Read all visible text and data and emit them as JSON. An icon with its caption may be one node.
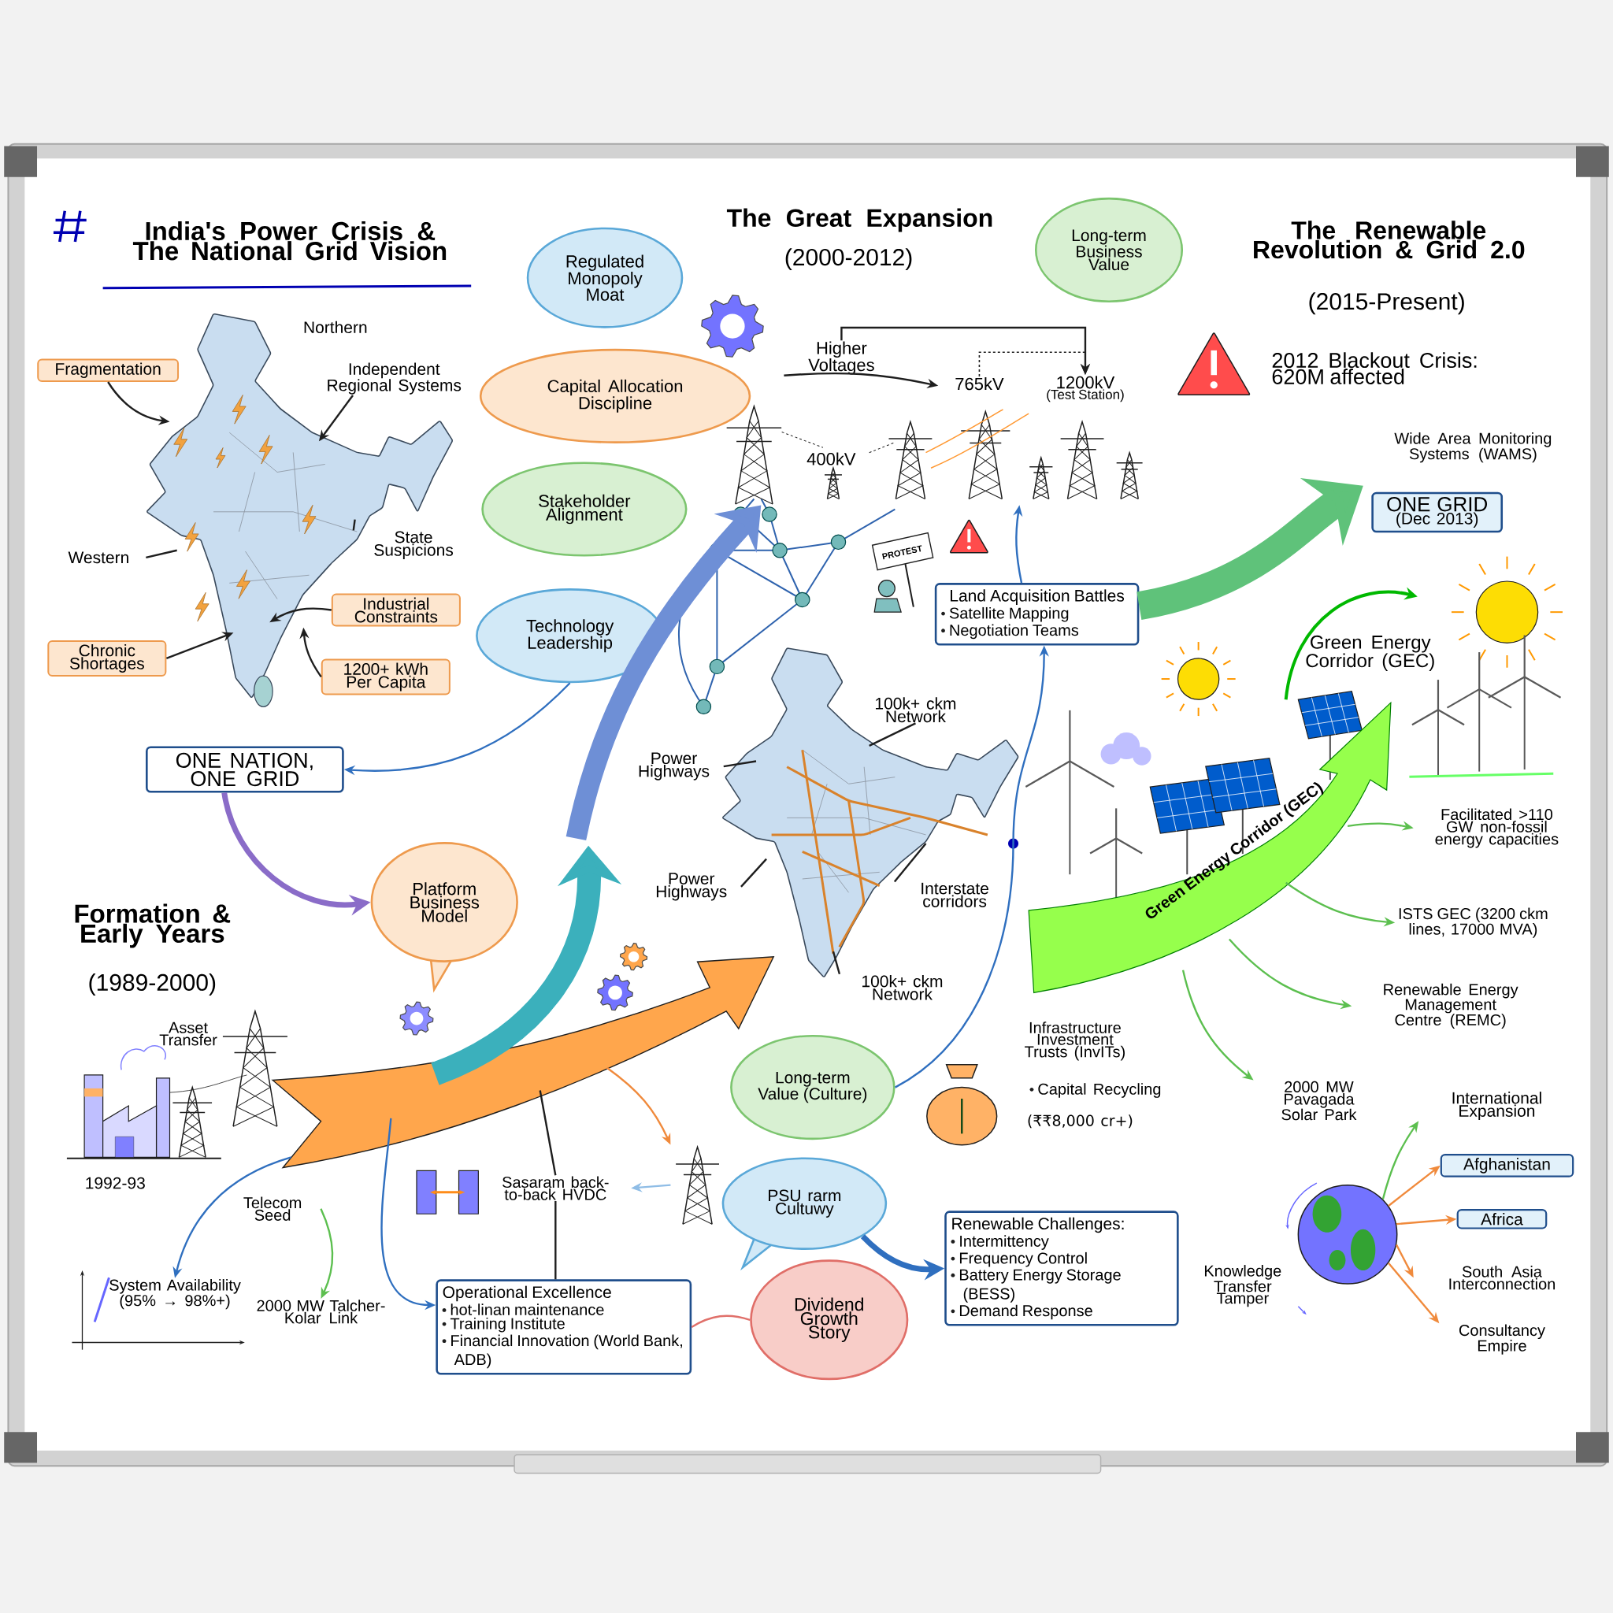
{
  "diagram": {
    "title": "India's Power Crisis & The National Grid Vision",
    "nodes": [
      {
        "text": [
          "Fragmentation"
        ]
      },
      {
        "text": [],
        "shape": "picture"
      },
      {
        "text": [
          "Independent Regional Systems"
        ]
      },
      {
        "text": [
          "Western"
        ]
      },
      {
        "text": [
          "State Suspicions"
        ]
      },
      {
        "text": [
          "Industrial Constraints"
        ]
      },
      {
        "text": [
          "Chronic Shortages"
        ]
      },
      {
        "text": [
          "1200+ kWh Per Capita"
        ]
      },
      {
        "text": [
          "Regulated Monopoly Moat"
        ]
      },
      {
        "text": [
          "Capital Allocation Discipline"
        ]
      },
      {
        "text": [
          "Stakeholder Alignment"
        ]
      },
      {
        "text": [
          "Technology Leadership"
        ]
      },
      {
        "text": [
          "ONE NATION, ONE GRID"
        ]
      },
      {
        "text": [
          "Platform Business Model"
        ]
      },
      {
        "text": [
          "Long-term Business Value"
        ]
      },
      {
        "text": [
          "Higher Voltages"
        ]
      },
      {
        "text": [
          "765kV"
        ]
      },
      {
        "text": [
          "1200kV",
          "(Test Station)"
        ]
      },
      {
        "text": [],
        "shape": "picture"
      },
      {
        "text": [
          "100k+ ckm Network"
        ]
      },
      {
        "text": [
          "Power Highways"
        ]
      },
      {
        "text": [
          "Power Highways"
        ]
      },
      {
        "text": [
          "Interstate corridors"
        ]
      },
      {
        "text": [
          "100k+ ckm Network"
        ]
      },
      {
        "text": [
          "Land Acquisition Battles",
          "Satellite Mapping",
          "Negotiation Teams"
        ]
      },
      {
        "text": [
          "Long-term Value (Culture)"
        ]
      },
      {
        "text": [
          "ONE GRID",
          "(Dec 2013)"
        ]
      },
      {
        "text": [
          "Green Energy Corridor (GEC)"
        ]
      },
      {
        "text": [
          "Facilitated >110 GW non-fossil energy capacities"
        ]
      },
      {
        "text": [
          "ISTS GEC (3200 ckm lines, 17000 MVA)"
        ]
      },
      {
        "text": [
          "Renewable Energy Management Centre (REMC)"
        ]
      },
      {
        "text": [
          "2000 MW Pavagada Solar Park"
        ]
      },
      {
        "text": [
          "Telecom Seed"
        ]
      },
      {
        "text": [
          "2000 MW Talcher-Kolar Link"
        ]
      },
      {
        "text": [
          "System Availability (95% → 98%+)"
        ]
      },
      {
        "text": [
          "Sasaram back-to-back HVDC"
        ]
      },
      {
        "text": [
          "Operational Excellence",
          "hot-linan maintenance",
          "Training Institute",
          "Financial Innovation (World Bank, ADB)"
        ]
      },
      {
        "text": [],
        "shape": "picture"
      },
      {
        "text": [
          "PSU rarm Cultuwy"
        ]
      },
      {
        "text": [
          "Dividend Growth Story"
        ]
      },
      {
        "text": [
          "Renewable Challenges:",
          "Intermittency",
          "Frequency Control",
          "Battery Energy Storage (BESS)",
          "Demand Response"
        ]
      },
      {
        "text": [],
        "shape": "picture",
        "beside": [
          "Knowledge Transfer Tamper"
        ]
      },
      {
        "text": [
          "International Expansion"
        ]
      },
      {
        "text": [
          "Afghanistan"
        ]
      },
      {
        "text": [
          "Africa"
        ]
      },
      {
        "text": [
          "South Asia Interconnection"
        ]
      },
      {
        "text": [
          "Consultancy Empire"
        ]
      },
      {
        "text": [],
        "shape": "picture"
      },
      {
        "text": [],
        "shape": "arrow"
      }
    ],
    "edges": [
      {
        "from": 0,
        "to": 1,
        "arrow": "to"
      },
      {
        "from": 2,
        "to": 1,
        "arrow": "to"
      },
      {
        "from": 3,
        "to": 1,
        "arrow": "none"
      },
      {
        "from": 4,
        "to": 1,
        "arrow": "none"
      },
      {
        "from": 5,
        "to": 1,
        "arrow": "to"
      },
      {
        "from": 6,
        "to": 1,
        "arrow": "to"
      },
      {
        "from": 7,
        "to": 1,
        "arrow": "to"
      },
      {
        "from": 11,
        "to": 12,
        "arrow": "to",
        "color": "#2f6fbf"
      },
      {
        "from": 12,
        "to": 13,
        "arrow": "to",
        "style": "thick",
        "color": "#8a6cc8"
      },
      {
        "from": 15,
        "to": 17,
        "arrow": "to"
      },
      {
        "from": 16,
        "to": 17,
        "arrow": "to",
        "style": "dashed"
      },
      {
        "from": 15,
        "to": 16,
        "arrow": "to"
      },
      {
        "from": 19,
        "to": 18,
        "arrow": "none"
      },
      {
        "from": 20,
        "to": 18,
        "arrow": "none"
      },
      {
        "from": 21,
        "to": 18,
        "arrow": "none"
      },
      {
        "from": 22,
        "to": 18,
        "arrow": "none"
      },
      {
        "from": 23,
        "to": 18,
        "arrow": "none"
      },
      {
        "from": 24,
        "to": 47,
        "arrow": "to",
        "color": "#2f6fbf"
      },
      {
        "from": 25,
        "to": 24,
        "arrow": "to",
        "color": "#2f6fbf"
      },
      {
        "from": 27,
        "to": 28,
        "arrow": "to",
        "color": "#5cbf4f"
      },
      {
        "from": 27,
        "to": 29,
        "arrow": "to",
        "color": "#5cbf4f"
      },
      {
        "from": 27,
        "to": 30,
        "arrow": "to",
        "color": "#5cbf4f"
      },
      {
        "from": 27,
        "to": 31,
        "arrow": "to",
        "color": "#5cbf4f"
      },
      {
        "from": 32,
        "to": 33,
        "arrow": "to",
        "color": "#5cbf4f"
      },
      {
        "from": 48,
        "to": 34,
        "arrow": "to",
        "color": "#2f6fbf"
      },
      {
        "from": 35,
        "to": 36,
        "arrow": "none"
      },
      {
        "from": 48,
        "to": 36,
        "arrow": "to",
        "color": "#2f6fbf"
      },
      {
        "from": 48,
        "to": 37,
        "arrow": "to",
        "color": "#f08a3c"
      },
      {
        "from": 37,
        "to": 35,
        "arrow": "to",
        "color": "#8fbde6"
      },
      {
        "from": 38,
        "to": 40,
        "arrow": "to",
        "style": "thick",
        "color": "#2f6fbf"
      },
      {
        "from": 36,
        "to": 39,
        "arrow": "none",
        "color": "#e0706a"
      },
      {
        "from": 41,
        "to": 42,
        "arrow": "to",
        "color": "#5cbf4f"
      },
      {
        "from": 41,
        "to": 43,
        "arrow": "to",
        "color": "#f08a3c"
      },
      {
        "from": 41,
        "to": 44,
        "arrow": "to",
        "color": "#f08a3c"
      },
      {
        "from": 41,
        "to": 45,
        "arrow": "to",
        "color": "#f08a3c"
      },
      {
        "from": 41,
        "to": 46,
        "arrow": "to",
        "color": "#f08a3c"
      },
      {
        "from": 48,
        "to": 35,
        "arrow": "none"
      },
      {
        "from": 24,
        "to": 26,
        "arrow": "to",
        "style": "thick",
        "color": "#5fc27a"
      },
      {
        "from": 48,
        "to": null,
        "arrow": "to",
        "style": "thick",
        "color": "#3bb0bc"
      },
      {
        "from": null,
        "to": 47,
        "arrow": "to",
        "style": "thick",
        "color": "#6e8fd6"
      }
    ],
    "labels": [
      "The Great Expansion",
      "(2000-2012)",
      "The Renewable Revolution & Grid 2.0",
      "(2015-Present)",
      "Northern",
      "2012 Blackout Crisis: 620M affected",
      "Wide Area Monitoring Systems (WAMS)",
      "PROTEST",
      "400kV",
      "Green Energy Corridor (GEC)",
      "Formation & Early Years",
      "(1989-2000)",
      "Asset Transfer",
      "1992-93",
      "Infrastructure Investment Trusts (InvITs)",
      "Capital Recycling",
      "(₹₹8,000 cr+)"
    ]
  }
}
